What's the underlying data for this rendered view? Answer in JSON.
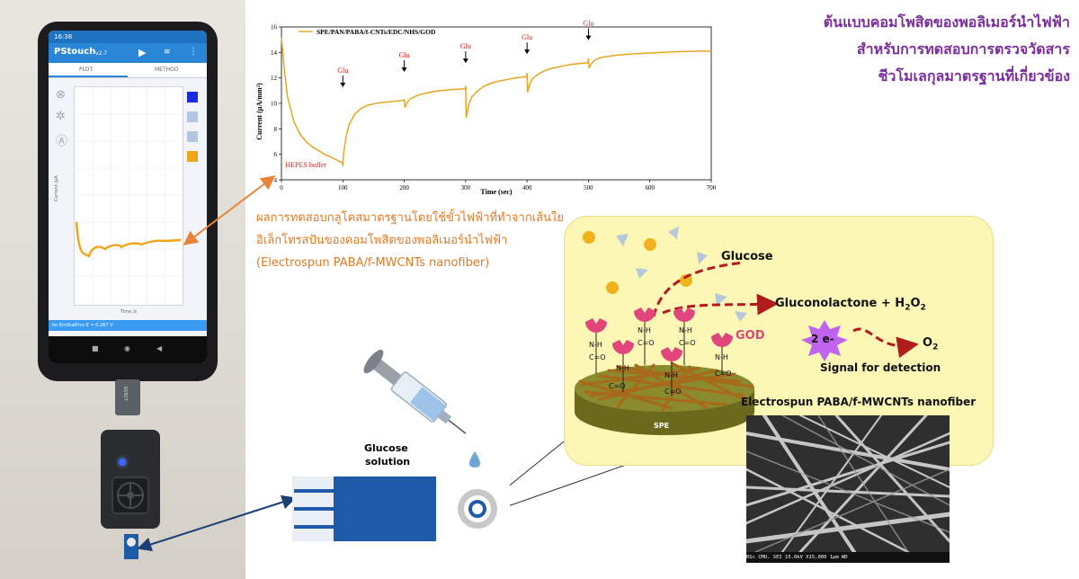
{
  "phone": {
    "status_time": "16:38",
    "app_name": "PStouch",
    "app_version": "v2.7",
    "tab_plot": "PLOT",
    "tab_method": "METHOD",
    "y_axis_label": "Current /µA",
    "x_axis_label": "Time /s",
    "bottom_status": "lm  EmStatPico  E = 0.267 V",
    "device_label": "6S927",
    "swatch_colors": [
      "#1b2ae0",
      "#b4c7e0",
      "#b4c7e0",
      "#f0a41a"
    ],
    "trace_color": "#f0a41a"
  },
  "chart_data": {
    "type": "line",
    "legend": "SPE/PAN/PABA/f-CNTs/EDC/NHS/GOD",
    "xlabel": "Time (sec)",
    "ylabel": "Current (µA/mm²)",
    "xlim": [
      0,
      700
    ],
    "ylim": [
      4,
      16
    ],
    "x_ticks": [
      0,
      100,
      200,
      300,
      400,
      500,
      600,
      700
    ],
    "y_ticks": [
      4,
      6,
      8,
      10,
      12,
      14,
      16
    ],
    "series_color": "#e8a524",
    "series": [
      {
        "x": [
          0,
          5,
          10,
          20,
          30,
          40,
          50,
          60,
          70,
          80,
          90,
          99,
          100,
          101,
          105,
          110,
          120,
          130,
          140,
          150,
          160,
          170,
          180,
          190,
          199,
          200,
          201,
          205,
          210,
          220,
          230,
          240,
          250,
          260,
          270,
          280,
          290,
          299,
          300,
          301,
          305,
          310,
          320,
          330,
          340,
          350,
          360,
          370,
          380,
          390,
          399,
          400,
          401,
          405,
          410,
          420,
          430,
          440,
          450,
          460,
          470,
          480,
          490,
          499,
          500,
          501,
          505,
          510,
          520,
          540,
          560,
          580,
          600,
          620,
          640,
          660,
          680,
          700
        ],
        "y": [
          15.2,
          12.5,
          10.5,
          8.6,
          7.6,
          7.0,
          6.6,
          6.3,
          6.0,
          5.8,
          5.55,
          5.35,
          5.1,
          6.0,
          7.3,
          8.3,
          9.2,
          9.6,
          9.85,
          9.95,
          10.05,
          10.1,
          10.15,
          10.2,
          10.25,
          10.3,
          9.7,
          10.1,
          10.35,
          10.6,
          10.75,
          10.85,
          10.95,
          11.0,
          11.05,
          11.1,
          11.12,
          11.15,
          11.35,
          8.9,
          9.9,
          10.5,
          11.0,
          11.35,
          11.55,
          11.7,
          11.8,
          11.9,
          12.0,
          12.05,
          12.1,
          12.35,
          10.9,
          11.6,
          12.0,
          12.35,
          12.6,
          12.75,
          12.85,
          12.95,
          13.05,
          13.1,
          13.15,
          13.2,
          13.5,
          12.8,
          13.1,
          13.4,
          13.6,
          13.75,
          13.85,
          13.9,
          13.95,
          14.0,
          14.05,
          14.08,
          14.1,
          14.1
        ]
      }
    ],
    "annotations": [
      {
        "text": "HEPES buffer",
        "x": 40,
        "y": 5.0
      },
      {
        "text": "Glu",
        "x": 100,
        "y": 12.4
      },
      {
        "text": "Glu",
        "x": 200,
        "y": 13.6
      },
      {
        "text": "Glu",
        "x": 300,
        "y": 14.3
      },
      {
        "text": "Glu",
        "x": 400,
        "y": 15.0
      },
      {
        "text": "Glu",
        "x": 500,
        "y": 16.1
      }
    ]
  },
  "title_lines": [
    "ต้นแบบคอมโพสิตของพอลิเมอร์นำไฟฟ้า",
    "สำหรับการทดสอบการตรวจวัดสาร",
    "ชีวโมเลกุลมาตรฐานที่เกี่ยวข้อง"
  ],
  "caption_lines": [
    "ผลการทดสอบกลูโคสมาตรฐานโดยใช้ขั้วไฟฟ้าที่ทำจากเส้นใย",
    "อิเล็กโทรสปันของคอมโพสิตของพอลิเมอร์นำไฟฟ้า",
    "(Electrospun PABA/f-MWCNTs nanofiber)"
  ],
  "diagram": {
    "glucose": "Glucose",
    "gluconolactone": "Gluconolactone + H",
    "h2o2_sub": "2",
    "o_letter": "O",
    "o2_label": "O",
    "o2_sub": "2",
    "two_e": "2 e-",
    "signal": "Signal for detection",
    "god": "GOD",
    "spe": "SPE",
    "nanofiber_label": "Electrospun PABA/f-MWCNTs nanofiber",
    "glucose_solution_1": "Glucose",
    "glucose_solution_2": "solution",
    "nh": "N-H",
    "co": "C=O",
    "arrow_color": "#b01c1c",
    "god_color": "#e0457b",
    "glucose_dot_color": "#f0b21d",
    "sem_bar": "RSc CMU.      SEI   15.0kV  X15,000    1μm    WD"
  }
}
